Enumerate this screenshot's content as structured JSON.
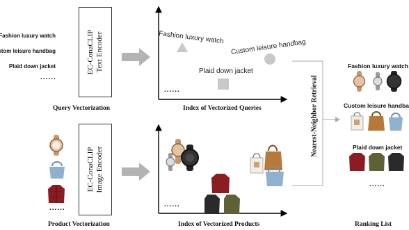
{
  "query_panel": {
    "queries": [
      "Fashion luxury watch",
      "Custom leisure handbag",
      "Plaid down jacket"
    ],
    "ellipsis": "......",
    "caption": "Query Vectorization"
  },
  "text_encoder": {
    "line1": "EC-ConaCLIP",
    "line2": "Text Encoder"
  },
  "query_index": {
    "labels": [
      "Fashion luxury watch",
      "Custom leisure handbag",
      "Plaid down jacket"
    ],
    "ellipsis": "......",
    "caption": "Index of Vectorized Queries"
  },
  "product_panel": {
    "ellipsis": "......",
    "caption": "Product Vectorization"
  },
  "image_encoder": {
    "line1": "EC-ConaCLIP",
    "line2": "Image Encoder"
  },
  "product_index": {
    "ellipsis": "......",
    "caption": "Index of Vectorized Products"
  },
  "retrieval_label": "Nearest-Neighbor Retrieval",
  "ranking": {
    "headers": [
      "Fashion luxury watch",
      "Custom leisure handbag",
      "Plaid down jacket"
    ],
    "ellipsis": "......",
    "caption": "Ranking List"
  },
  "colors": {
    "arrow": "#b3b3b3",
    "marker": "#c8c8c8",
    "watch_gold": "#c9956b",
    "watch_black": "#222222",
    "bag_blue": "#8fb0cf",
    "bag_brown": "#b7793a",
    "jacket_red": "#8b1c22",
    "jacket_olive": "#5e6035",
    "jacket_black": "#2a2a2a"
  }
}
